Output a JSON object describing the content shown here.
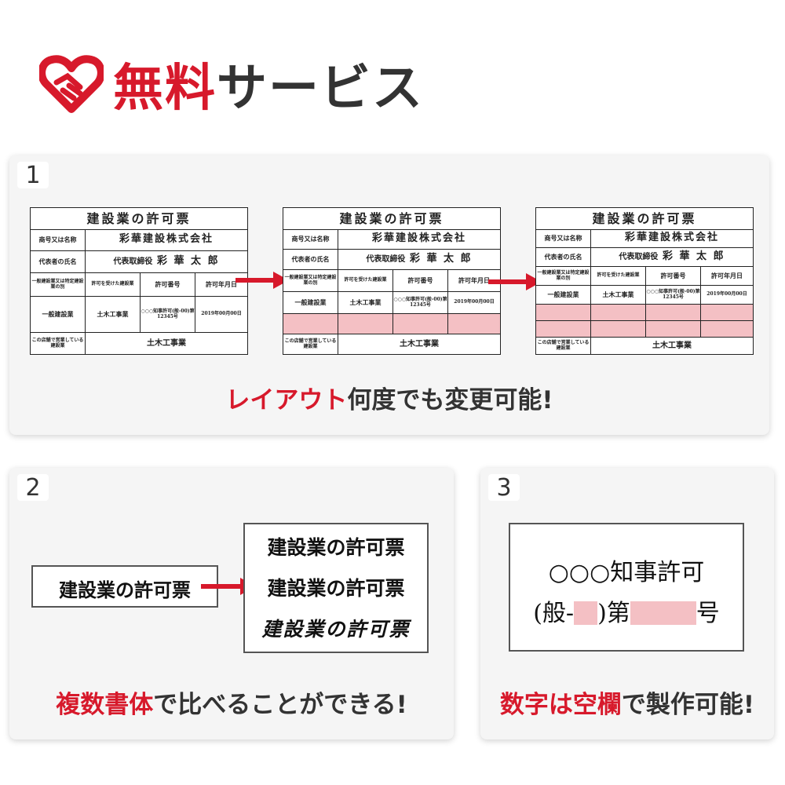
{
  "header": {
    "accent_text": "無料",
    "rest_text": "サービス",
    "accent_color": "#d7192b",
    "icon": "heart-handshake-icon"
  },
  "card1": {
    "number": "1",
    "caption_accent": "レイアウト",
    "caption_rest": "何度でも変更可能!",
    "table": {
      "title": "建設業の許可票",
      "row1_label": "商号又は名称",
      "row1_value": "彩華建設株式会社",
      "row2_label": "代表者の氏名",
      "row2_title": "代表取締役",
      "row2_value": "彩 華 太 郎",
      "head_col1": "一般建設業又は特定建設業の別",
      "head_col2": "許可を受けた建設業",
      "head_col3": "許可番号",
      "head_col4": "許可年月日",
      "data_col1": "一般建設業",
      "data_col2": "土木工事業",
      "data_col3": "○○○知事許可(般-00)第12345号",
      "data_col4": "2019年00月00日",
      "footer_label": "この店舗で営業している建設業",
      "footer_value": "土木工事業"
    }
  },
  "card2": {
    "number": "2",
    "source_text": "建設業の許可票",
    "variants": [
      "建設業の許可票",
      "建設業の許可票",
      "建設業の許可票"
    ],
    "caption_accent": "複数書体",
    "caption_rest": "で比べることができる!"
  },
  "card3": {
    "number": "3",
    "line1": "○○○知事許可",
    "line2_a": "(般-",
    "line2_b": ")第",
    "line2_c": "号",
    "caption_accent": "数字は空欄",
    "caption_rest": "で製作可能!"
  }
}
